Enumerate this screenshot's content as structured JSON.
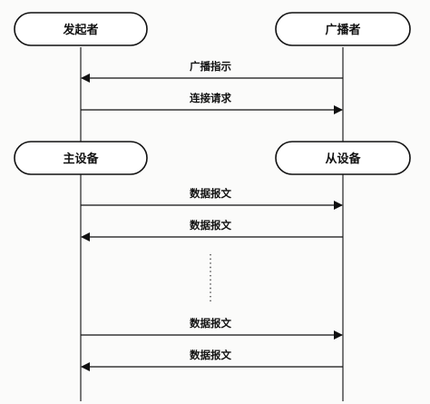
{
  "participants": {
    "initiator": "发起者",
    "advertiser": "广播者",
    "master": "主设备",
    "slave": "从设备"
  },
  "messages": [
    {
      "label": "广播指示",
      "direction": "right-to-left"
    },
    {
      "label": "连接请求",
      "direction": "left-to-right"
    },
    {
      "label": "数据报文",
      "direction": "left-to-right"
    },
    {
      "label": "数据报文",
      "direction": "right-to-left"
    },
    {
      "label": "数据报文",
      "direction": "left-to-right"
    },
    {
      "label": "数据报文",
      "direction": "right-to-left"
    }
  ],
  "colors": {
    "stroke": "#111111",
    "background": "#fbfbfa",
    "box_fill": "#ffffff"
  }
}
